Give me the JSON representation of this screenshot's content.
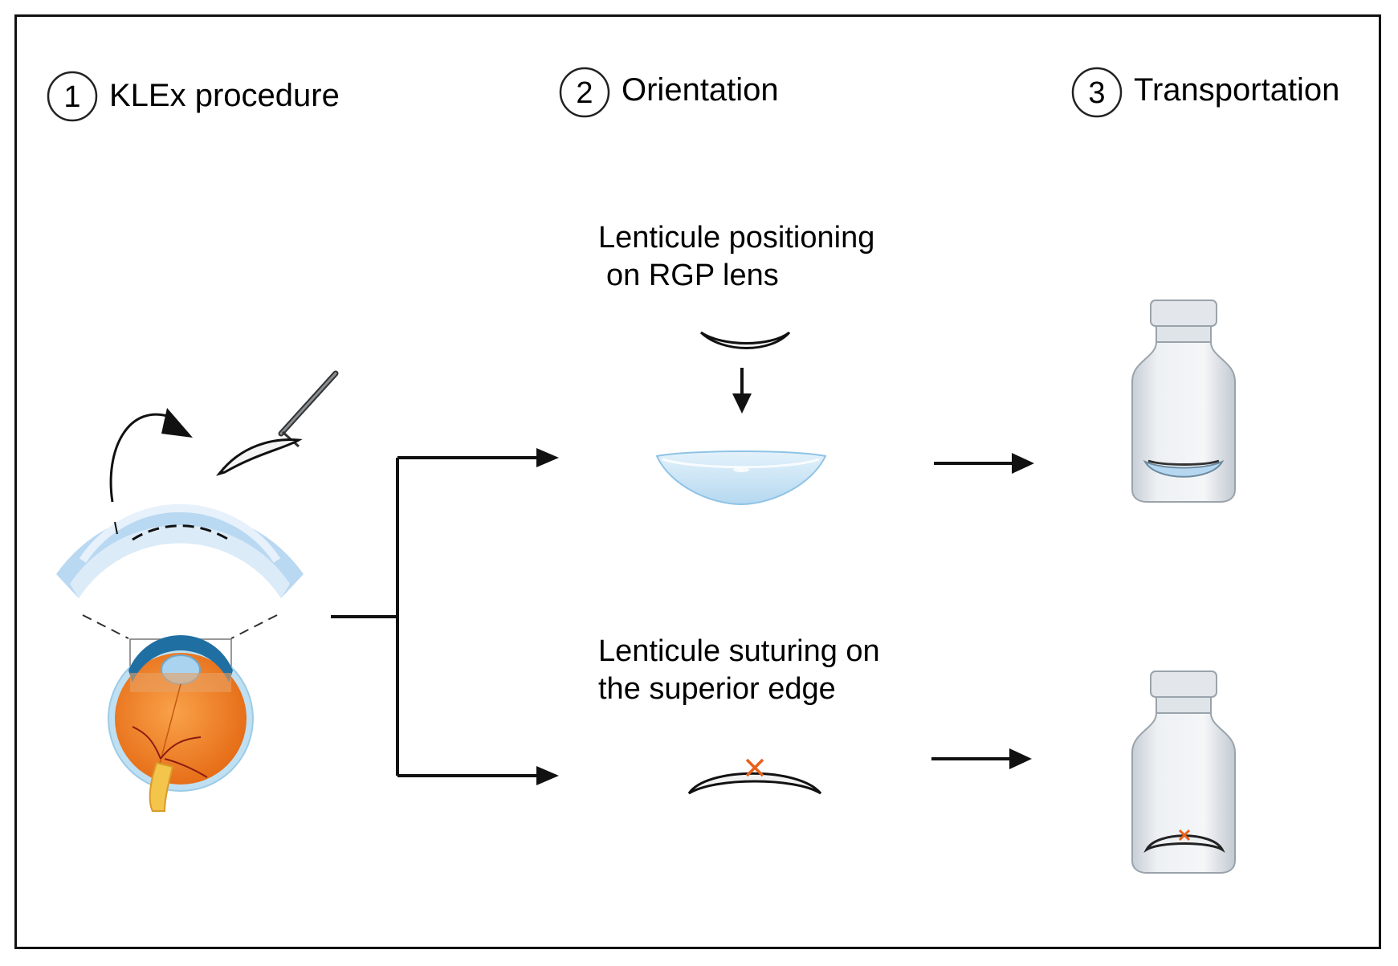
{
  "steps": [
    {
      "number": "1",
      "label": "KLEx procedure"
    },
    {
      "number": "2",
      "label": "Orientation"
    },
    {
      "number": "3",
      "label": "Transportation"
    }
  ],
  "branches": {
    "top": {
      "caption_line1": "Lenticule positioning",
      "caption_line2": "on RGP lens"
    },
    "bottom": {
      "caption_line1": "Lenticule suturing on",
      "caption_line2": "the superior edge"
    }
  },
  "icons": {
    "eye": "eye-cross-section-icon",
    "cornea": "cornea-arc-icon",
    "forceps": "forceps-icon",
    "rgp_lens": "rgp-contact-lens-icon",
    "vial": "glass-vial-icon",
    "suture": "suture-x-mark-icon"
  },
  "colors": {
    "cornea_blue": "#b9d8f2",
    "cornea_light": "#e6f1fb",
    "lens_blue": "#cfe6f7",
    "eye_orange": "#f07b1e",
    "suture_orange": "#e8611a",
    "ink": "#111111"
  }
}
